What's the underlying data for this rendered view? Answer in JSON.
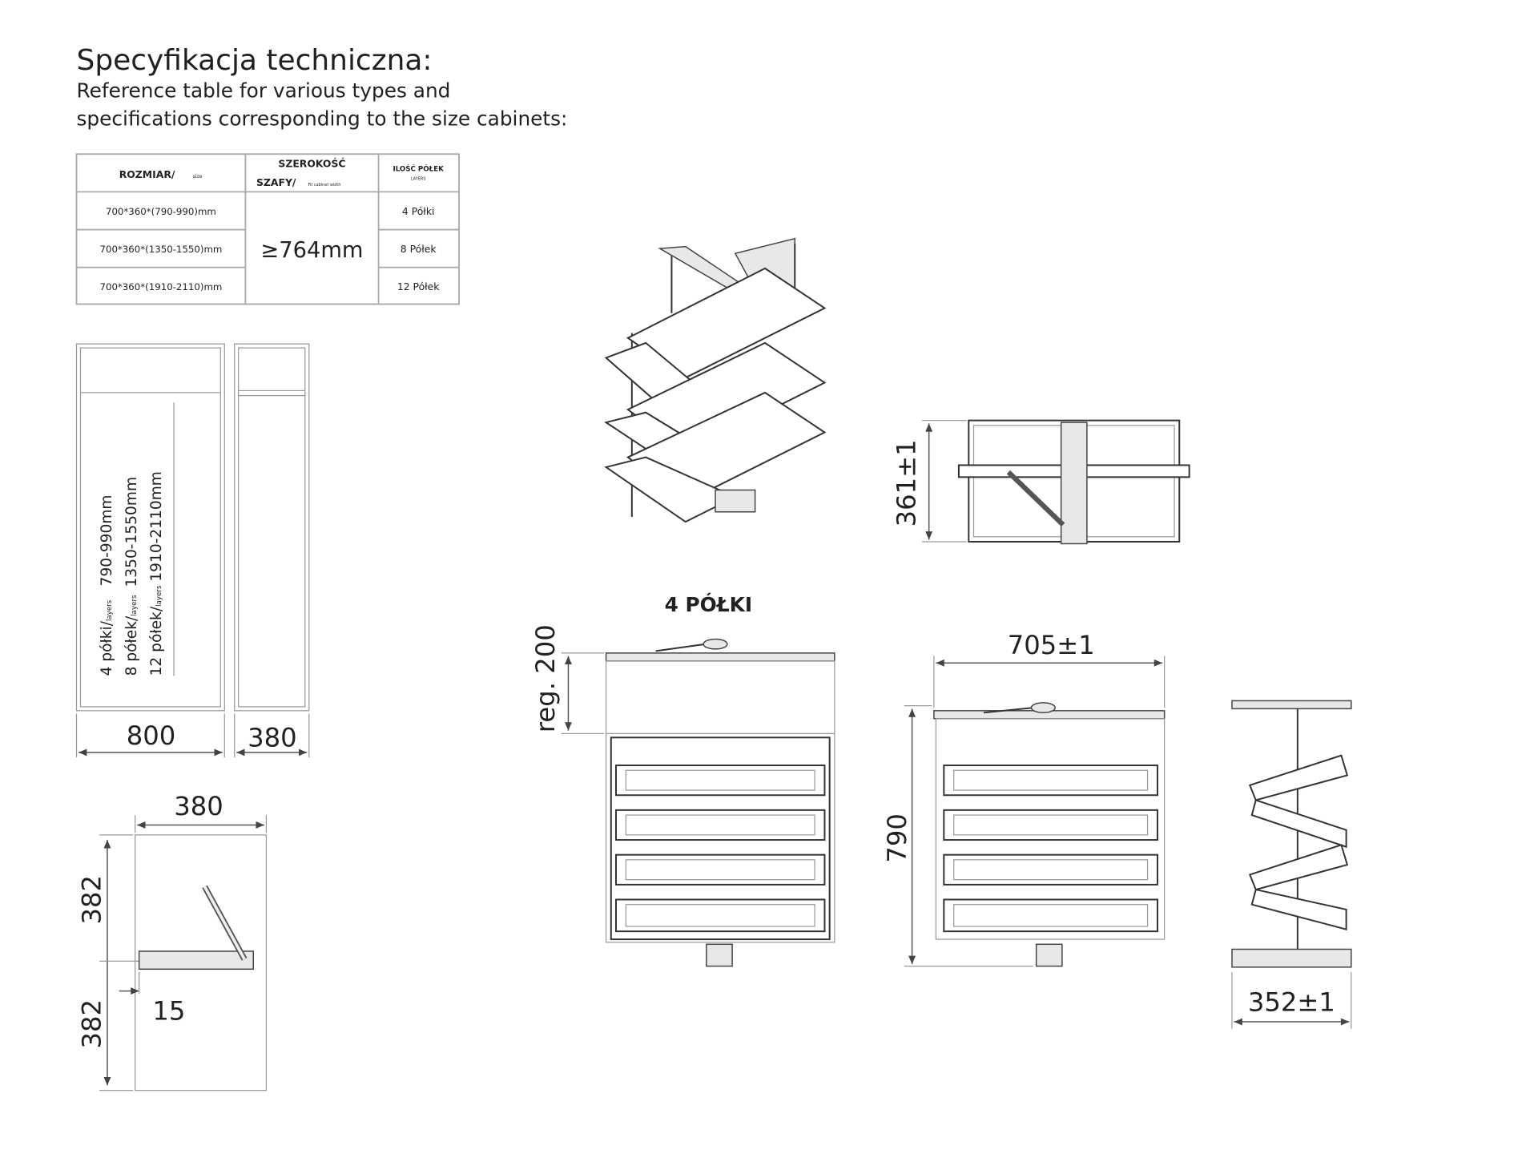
{
  "header": {
    "title": "Specyfikacja techniczna:",
    "subtitle_line1": "Reference table for various types and",
    "subtitle_line2": "specifications corresponding to the size cabinets:"
  },
  "table": {
    "headers": {
      "size_main": "ROZMIAR/",
      "size_sub": "size",
      "width_line1": "SZEROKOŚĆ",
      "width_line2": "SZAFY/",
      "width_sub": "Fit cabinet width",
      "layers_main": "ILOŚĆ PÓŁEK",
      "layers_sub": "LAYERS"
    },
    "rows": [
      {
        "size": "700*360*(790-990)mm",
        "layers": "4 Półki"
      },
      {
        "size": "700*360*(1350-1550)mm",
        "layers": "8 Półek"
      },
      {
        "size": "700*360*(1910-2110)mm",
        "layers": "12 Półek"
      }
    ],
    "cabinet_width": "≥764mm"
  },
  "cabinet_front": {
    "rows": [
      {
        "label": "4 półki/",
        "sub": "layers",
        "range": "790-990mm"
      },
      {
        "label": "8 półek/",
        "sub": "layers",
        "range": "1350-1550mm"
      },
      {
        "label": "12 półek/",
        "sub": "layers",
        "range": "1910-2110mm"
      }
    ],
    "width_dim": "800"
  },
  "cabinet_side": {
    "width_dim": "380"
  },
  "plan_view": {
    "top_dim": "380",
    "upper_dim": "382",
    "lower_dim": "382",
    "offset_dim": "15"
  },
  "top_view": {
    "depth_dim": "361±1"
  },
  "front_view_4": {
    "title": "4 PÓŁKI",
    "reg_dim": "reg. 200"
  },
  "front_view_dim": {
    "width_dim": "705±1",
    "height_dim": "790"
  },
  "side_view": {
    "depth_dim": "352±1"
  }
}
